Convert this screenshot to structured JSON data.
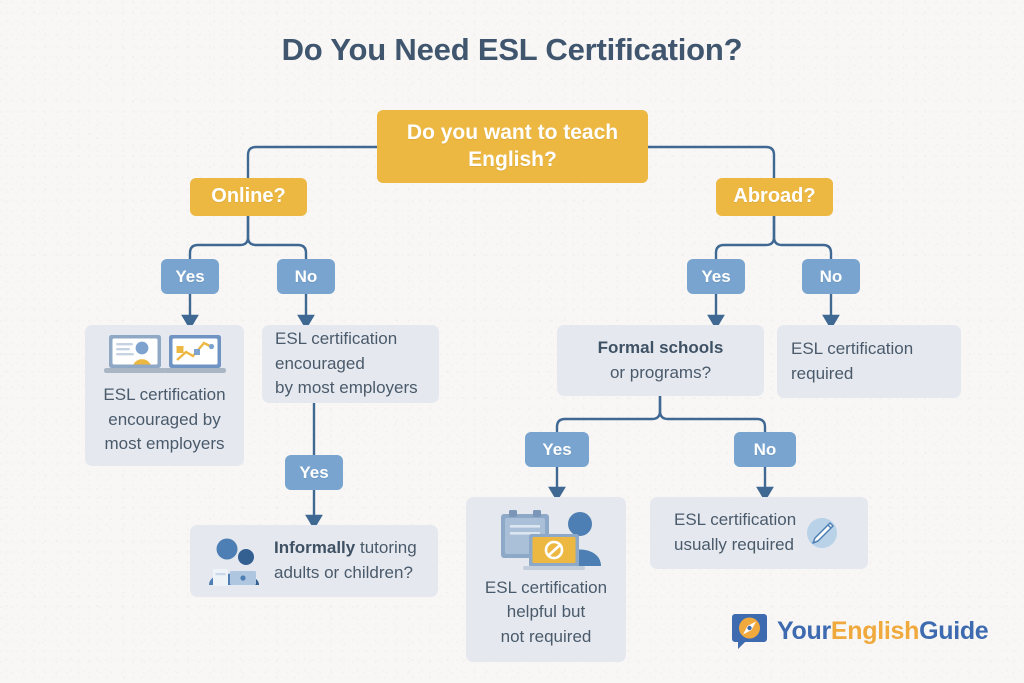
{
  "title": "Do You Need ESL Certification?",
  "colors": {
    "background": "#f8f7f5",
    "title_text": "#3f566e",
    "question_box": "#edb842",
    "badge_box": "#78a4cf",
    "result_box": "#e5e9ef",
    "result_text": "#4a5a6b",
    "connector_line": "#3f6893",
    "logo_blue": "#3e6bb0",
    "logo_orange": "#f0a93c"
  },
  "nodes": {
    "root": {
      "line1": "Do you want to teach",
      "line2": "English?"
    },
    "online": {
      "label": "Online?"
    },
    "abroad": {
      "label": "Abroad?"
    },
    "online_yes": {
      "label": "Yes"
    },
    "online_no": {
      "label": "No"
    },
    "abroad_yes": {
      "label": "Yes"
    },
    "abroad_no": {
      "label": "No"
    },
    "online_yes_result": {
      "line1": "ESL certification",
      "line2": "encouraged by",
      "line3": "most employers",
      "icons": [
        "laptop-profile-icon",
        "laptop-chart-icon"
      ]
    },
    "online_no_result": {
      "line1": "ESL certification",
      "line2": "encouraged",
      "line3": "by most employers"
    },
    "informal_yes": {
      "label": "Yes"
    },
    "informal_result": {
      "bold": "Informally",
      "rest": " tutoring",
      "line2": "adults or children?",
      "icon": "two-people-icon"
    },
    "formal_schools": {
      "line1": "Formal schools",
      "line2": "or programs?"
    },
    "abroad_no_result": {
      "line1": "ESL certification",
      "line2": "required"
    },
    "formal_yes": {
      "label": "Yes"
    },
    "formal_no": {
      "label": "No"
    },
    "formal_yes_result": {
      "line1": "ESL certification",
      "line2": "helpful but",
      "line3": "not required",
      "icon": "classroom-monitor-person-icon"
    },
    "formal_no_result": {
      "line1": "ESL certification",
      "line2": "usually required",
      "icon": "pencil-circle-icon"
    }
  },
  "logo": {
    "part1": "Your",
    "part2": "English",
    "part3": "Guide",
    "icon": "compass-speech-bubble-icon"
  },
  "chart_data": {
    "type": "diagram",
    "title": "Do You Need ESL Certification?",
    "diagram_kind": "decision-flowchart",
    "root": "Do you want to teach English?",
    "branches": [
      {
        "question": "Online?",
        "answers": [
          {
            "answer": "Yes",
            "outcome": "ESL certification encouraged by most employers"
          },
          {
            "answer": "No",
            "outcome": "ESL certification encouraged by most employers",
            "follow_up": {
              "answer": "Yes",
              "outcome": "Informally tutoring adults or children?"
            }
          }
        ]
      },
      {
        "question": "Abroad?",
        "answers": [
          {
            "answer": "Yes",
            "outcome": "Formal schools or programs?",
            "sub_answers": [
              {
                "answer": "Yes",
                "outcome": "ESL certification helpful but not required"
              },
              {
                "answer": "No",
                "outcome": "ESL certification usually required"
              }
            ]
          },
          {
            "answer": "No",
            "outcome": "ESL certification required"
          }
        ]
      }
    ]
  }
}
